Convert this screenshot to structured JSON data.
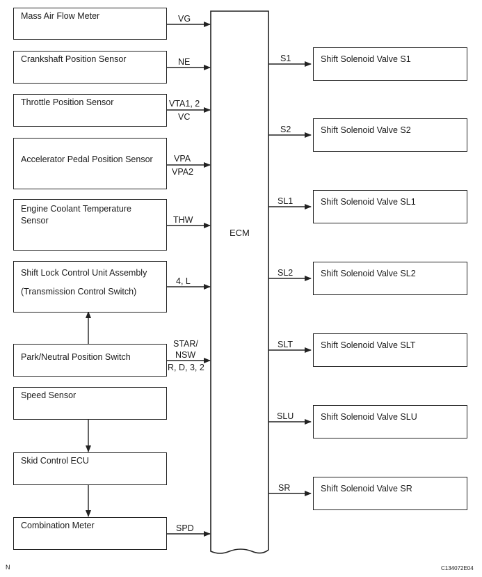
{
  "inputs": [
    {
      "name": "Mass Air Flow Meter",
      "signals": [
        "VG"
      ]
    },
    {
      "name": "Crankshaft Position Sensor",
      "signals": [
        "NE"
      ]
    },
    {
      "name": "Throttle Position Sensor",
      "signals": [
        "VTA1, 2",
        "VC"
      ]
    },
    {
      "name": "Accelerator Pedal Position Sensor",
      "signals": [
        "VPA",
        "VPA2"
      ]
    },
    {
      "name_line1": "Engine Coolant Temperature",
      "name_line2": "Sensor",
      "signals": [
        "THW"
      ]
    },
    {
      "name_line1": "Shift Lock Control Unit Assembly",
      "name_line2": "(Transmission Control Switch)",
      "signals": [
        "4, L"
      ]
    },
    {
      "name": "Park/Neutral Position Switch",
      "signals": [
        "STAR/",
        "NSW",
        "R, D, 3, 2"
      ]
    },
    {
      "name": "Speed Sensor"
    },
    {
      "name": "Skid Control ECU"
    },
    {
      "name": "Combination Meter",
      "signals": [
        "SPD"
      ]
    }
  ],
  "ecm": {
    "label": "ECM"
  },
  "outputs": [
    {
      "signal": "S1",
      "name": "Shift Solenoid Valve S1"
    },
    {
      "signal": "S2",
      "name": "Shift Solenoid Valve S2"
    },
    {
      "signal": "SL1",
      "name": "Shift Solenoid Valve SL1"
    },
    {
      "signal": "SL2",
      "name": "Shift Solenoid Valve SL2"
    },
    {
      "signal": "SLT",
      "name": "Shift Solenoid Valve SLT"
    },
    {
      "signal": "SLU",
      "name": "Shift Solenoid Valve SLU"
    },
    {
      "signal": "SR",
      "name": "Shift Solenoid Valve SR"
    }
  ],
  "footer": {
    "left": "N",
    "right": "C134072E04"
  }
}
